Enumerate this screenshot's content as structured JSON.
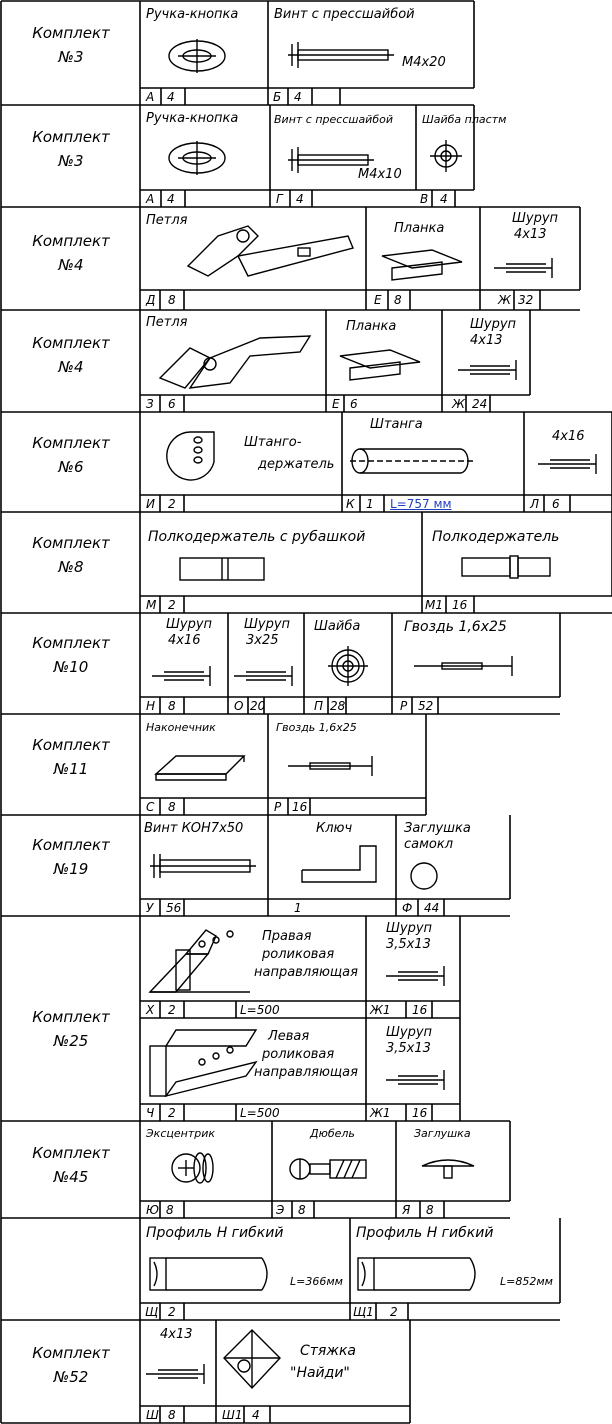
{
  "kits": [
    {
      "kit": "Комплект",
      "num": "№3",
      "items": [
        {
          "name": "Ручка-кнопка",
          "code": "А",
          "qty": "4"
        },
        {
          "name": "Винт с прессшайбой",
          "size": "М4х20",
          "code": "Б",
          "qty": "4"
        }
      ]
    },
    {
      "kit": "Комплект",
      "num": "№3",
      "items": [
        {
          "name": "Ручка-кнопка",
          "code": "А",
          "qty": "4"
        },
        {
          "name": "Винт с прессшайбой",
          "size": "М4х10",
          "code": "Г",
          "qty": "4"
        },
        {
          "name": "Шайба пластм",
          "code": "В",
          "qty": "4"
        }
      ]
    },
    {
      "kit": "Комплект",
      "num": "№4",
      "items": [
        {
          "name": "Петля",
          "code": "Д",
          "qty": "8"
        },
        {
          "name": "Планка",
          "code": "Е",
          "qty": "8"
        },
        {
          "name": "Шуруп",
          "size": "4х13",
          "code": "Ж",
          "qty": "32"
        }
      ]
    },
    {
      "kit": "Комплект",
      "num": "№4",
      "items": [
        {
          "name": "Петля",
          "code": "З",
          "qty": "6"
        },
        {
          "name": "Планка",
          "code": "Е",
          "qty": "6"
        },
        {
          "name": "Шуруп",
          "size": "4х13",
          "code": "Ж",
          "qty": "24"
        }
      ]
    },
    {
      "kit": "Комплект",
      "num": "№6",
      "items": [
        {
          "name": "Штанго-",
          "name2": "держатель",
          "code": "И",
          "qty": "2"
        },
        {
          "name": "Штанга",
          "code": "К",
          "qty": "1",
          "note": "L=757 мм"
        },
        {
          "size": "4х16",
          "code": "Л",
          "qty": "6"
        }
      ]
    },
    {
      "kit": "Комплект",
      "num": "№8",
      "items": [
        {
          "name": "Полкодержатель с рубашкой",
          "code": "М",
          "qty": "2"
        },
        {
          "name": "Полкодержатель",
          "code": "М1",
          "qty": "16"
        }
      ]
    },
    {
      "kit": "Комплект",
      "num": "№10",
      "items": [
        {
          "name": "Шуруп",
          "size": "4х16",
          "code": "Н",
          "qty": "8"
        },
        {
          "name": "Шуруп",
          "size": "3х25",
          "code": "О",
          "qty": "20"
        },
        {
          "name": "Шайба",
          "code": "П",
          "qty": "28"
        },
        {
          "name": "Гвоздь 1,6х25",
          "code": "Р",
          "qty": "52"
        }
      ]
    },
    {
      "kit": "Комплект",
      "num": "№11",
      "items": [
        {
          "name": "Наконечник",
          "code": "С",
          "qty": "8"
        },
        {
          "name": "Гвоздь 1,6х25",
          "code": "Р",
          "qty": "16"
        }
      ]
    },
    {
      "kit": "Комплект",
      "num": "№19",
      "items": [
        {
          "name": "Винт КОН7х50",
          "code": "У",
          "qty": "56"
        },
        {
          "name": "Ключ",
          "code": "",
          "qty": "1"
        },
        {
          "name": "Заглушка",
          "name2": "самокл",
          "code": "Ф",
          "qty": "44"
        }
      ]
    },
    {
      "kit": "Комплект",
      "num": "№25",
      "items": [
        {
          "name": "Правая",
          "name2": "роликовая",
          "name3": "направляющая",
          "code": "Х",
          "qty": "2",
          "note": "L=500"
        },
        {
          "name": "Шуруп",
          "size": "3,5х13",
          "code": "Ж1",
          "qty": "16"
        },
        {
          "name": "Левая",
          "name2": "роликовая",
          "name3": "направляющая",
          "code": "Ч",
          "qty": "2",
          "note": "L=500"
        },
        {
          "name": "Шуруп",
          "size": "3,5х13",
          "code": "Ж1",
          "qty": "16"
        }
      ]
    },
    {
      "kit": "Комплект",
      "num": "№45",
      "items": [
        {
          "name": "Эксцентрик",
          "code": "Ю",
          "qty": "8"
        },
        {
          "name": "Дюбель",
          "code": "Э",
          "qty": "8"
        },
        {
          "name": "Заглушка",
          "code": "Я",
          "qty": "8"
        }
      ]
    },
    {
      "kit": "",
      "num": "",
      "items": [
        {
          "name": "Профиль Н гибкий",
          "note": "L=366мм",
          "code": "Щ",
          "qty": "2"
        },
        {
          "name": "Профиль Н гибкий",
          "note": "L=852мм",
          "code": "Щ1",
          "qty": "2"
        }
      ]
    },
    {
      "kit": "Комплект",
      "num": "№52",
      "items": [
        {
          "size": "4х13",
          "code": "Ш",
          "qty": "8"
        },
        {
          "name": "Стяжка",
          "name2": "\"Найди\"",
          "code": "Ш1",
          "qty": "4"
        }
      ]
    }
  ]
}
